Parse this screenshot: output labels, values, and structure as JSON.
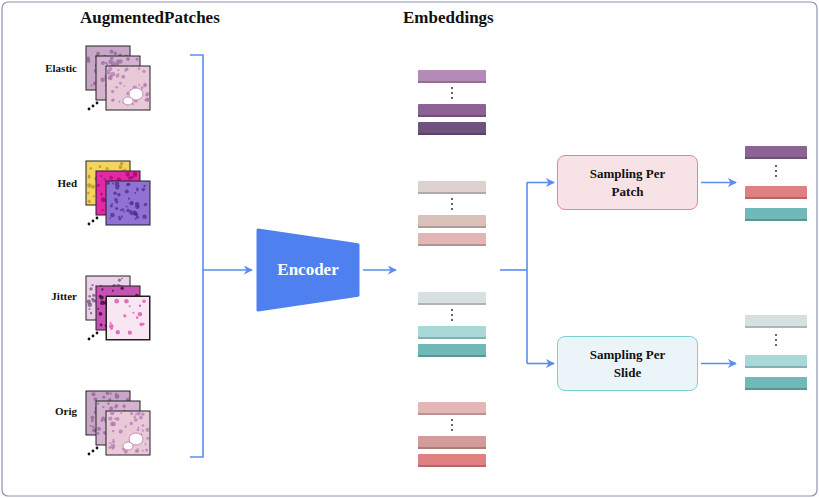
{
  "diagram": {
    "nodes": [
      {
        "text": [
          "Encoder"
        ]
      },
      {
        "text": [
          "Sampling Per Patch"
        ]
      },
      {
        "text": [
          "Sampling Per Slide"
        ]
      }
    ],
    "labels": [
      "AugmentedPatches",
      "Embeddings",
      "Elastic",
      "Hed",
      "Jitter",
      "Orig"
    ]
  }
}
